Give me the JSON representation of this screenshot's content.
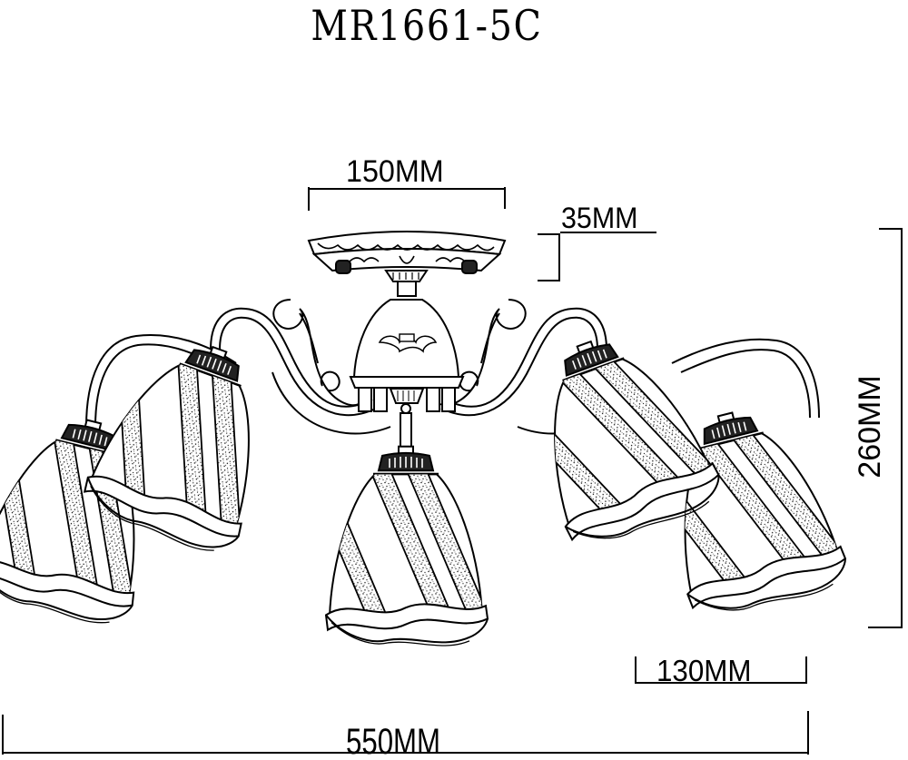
{
  "drawing": {
    "model_title": "MR1661-5C",
    "subject": "five-arm ceiling chandelier with striped bell glass shades",
    "line_color": "#000000",
    "background_color": "#ffffff",
    "shade_count": 5
  },
  "dimensions": {
    "canopy_width": {
      "label": "150MM",
      "value": 150,
      "unit": "MM",
      "orientation": "horizontal"
    },
    "canopy_height": {
      "label": "35MM",
      "value": 35,
      "unit": "MM",
      "orientation": "vertical"
    },
    "overall_height": {
      "label": "260MM",
      "value": 260,
      "unit": "MM",
      "orientation": "vertical"
    },
    "shade_width": {
      "label": "130MM",
      "value": 130,
      "unit": "MM",
      "orientation": "horizontal"
    },
    "overall_width": {
      "label": "550MM",
      "value": 550,
      "unit": "MM",
      "orientation": "horizontal"
    }
  },
  "icons": {
    "canopy": "ceiling-canopy-icon",
    "body": "central-dome-icon",
    "shade": "bell-shade-icon",
    "arm": "scroll-arm-icon"
  }
}
